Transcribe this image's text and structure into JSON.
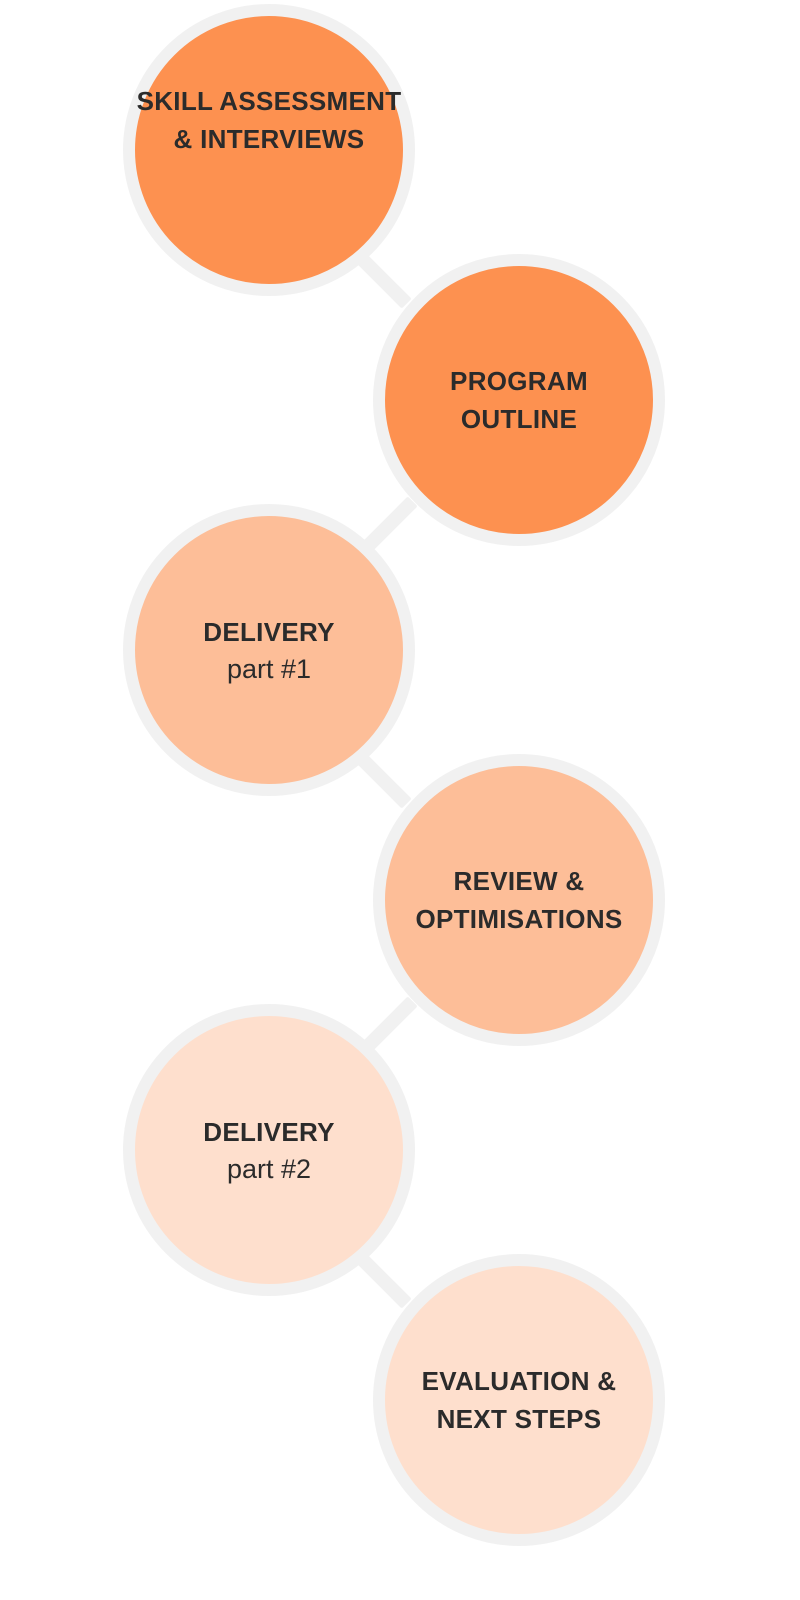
{
  "colors": {
    "ring": "#f1f1f1",
    "connector": "#f1f1f1",
    "text": "#2b2b2b",
    "dark_orange": "#fd9150",
    "mid_orange": "#fdbe98",
    "light_orange": "#fedfcd"
  },
  "steps": [
    {
      "title": "SKILL ASSESSMENT\n& INTERVIEWS",
      "subtitle": "",
      "fill": "#fd9150"
    },
    {
      "title": "PROGRAM\nOUTLINE",
      "subtitle": "",
      "fill": "#fd9150"
    },
    {
      "title": "DELIVERY",
      "subtitle": "part #1",
      "fill": "#fdbe98"
    },
    {
      "title": "REVIEW &\nOPTIMISATIONS",
      "subtitle": "",
      "fill": "#fdbe98"
    },
    {
      "title": "DELIVERY",
      "subtitle": "part #2",
      "fill": "#fedfcd"
    },
    {
      "title": "EVALUATION &\nNEXT STEPS",
      "subtitle": "",
      "fill": "#fedfcd"
    }
  ]
}
